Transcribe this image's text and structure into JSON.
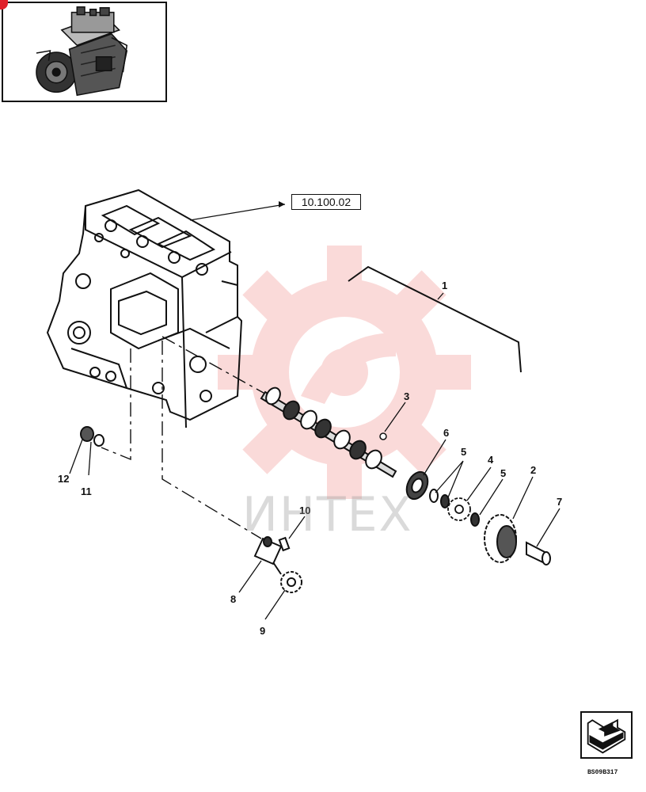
{
  "reference": {
    "label": "10.100.02"
  },
  "callouts": {
    "c1": "1",
    "c2": "2",
    "c3": "3",
    "c4": "4",
    "c5a": "5",
    "c5b": "5",
    "c6": "6",
    "c7": "7",
    "c8": "8",
    "c9": "9",
    "c10": "10",
    "c11": "11",
    "c12": "12"
  },
  "watermark": {
    "text": "ИНТЕХ",
    "color": "#e53935"
  },
  "figure_code": "BS09B317",
  "icons": {
    "thumbnail": "engine-thumbnail-icon",
    "nav": "next-page-arrow-icon"
  }
}
